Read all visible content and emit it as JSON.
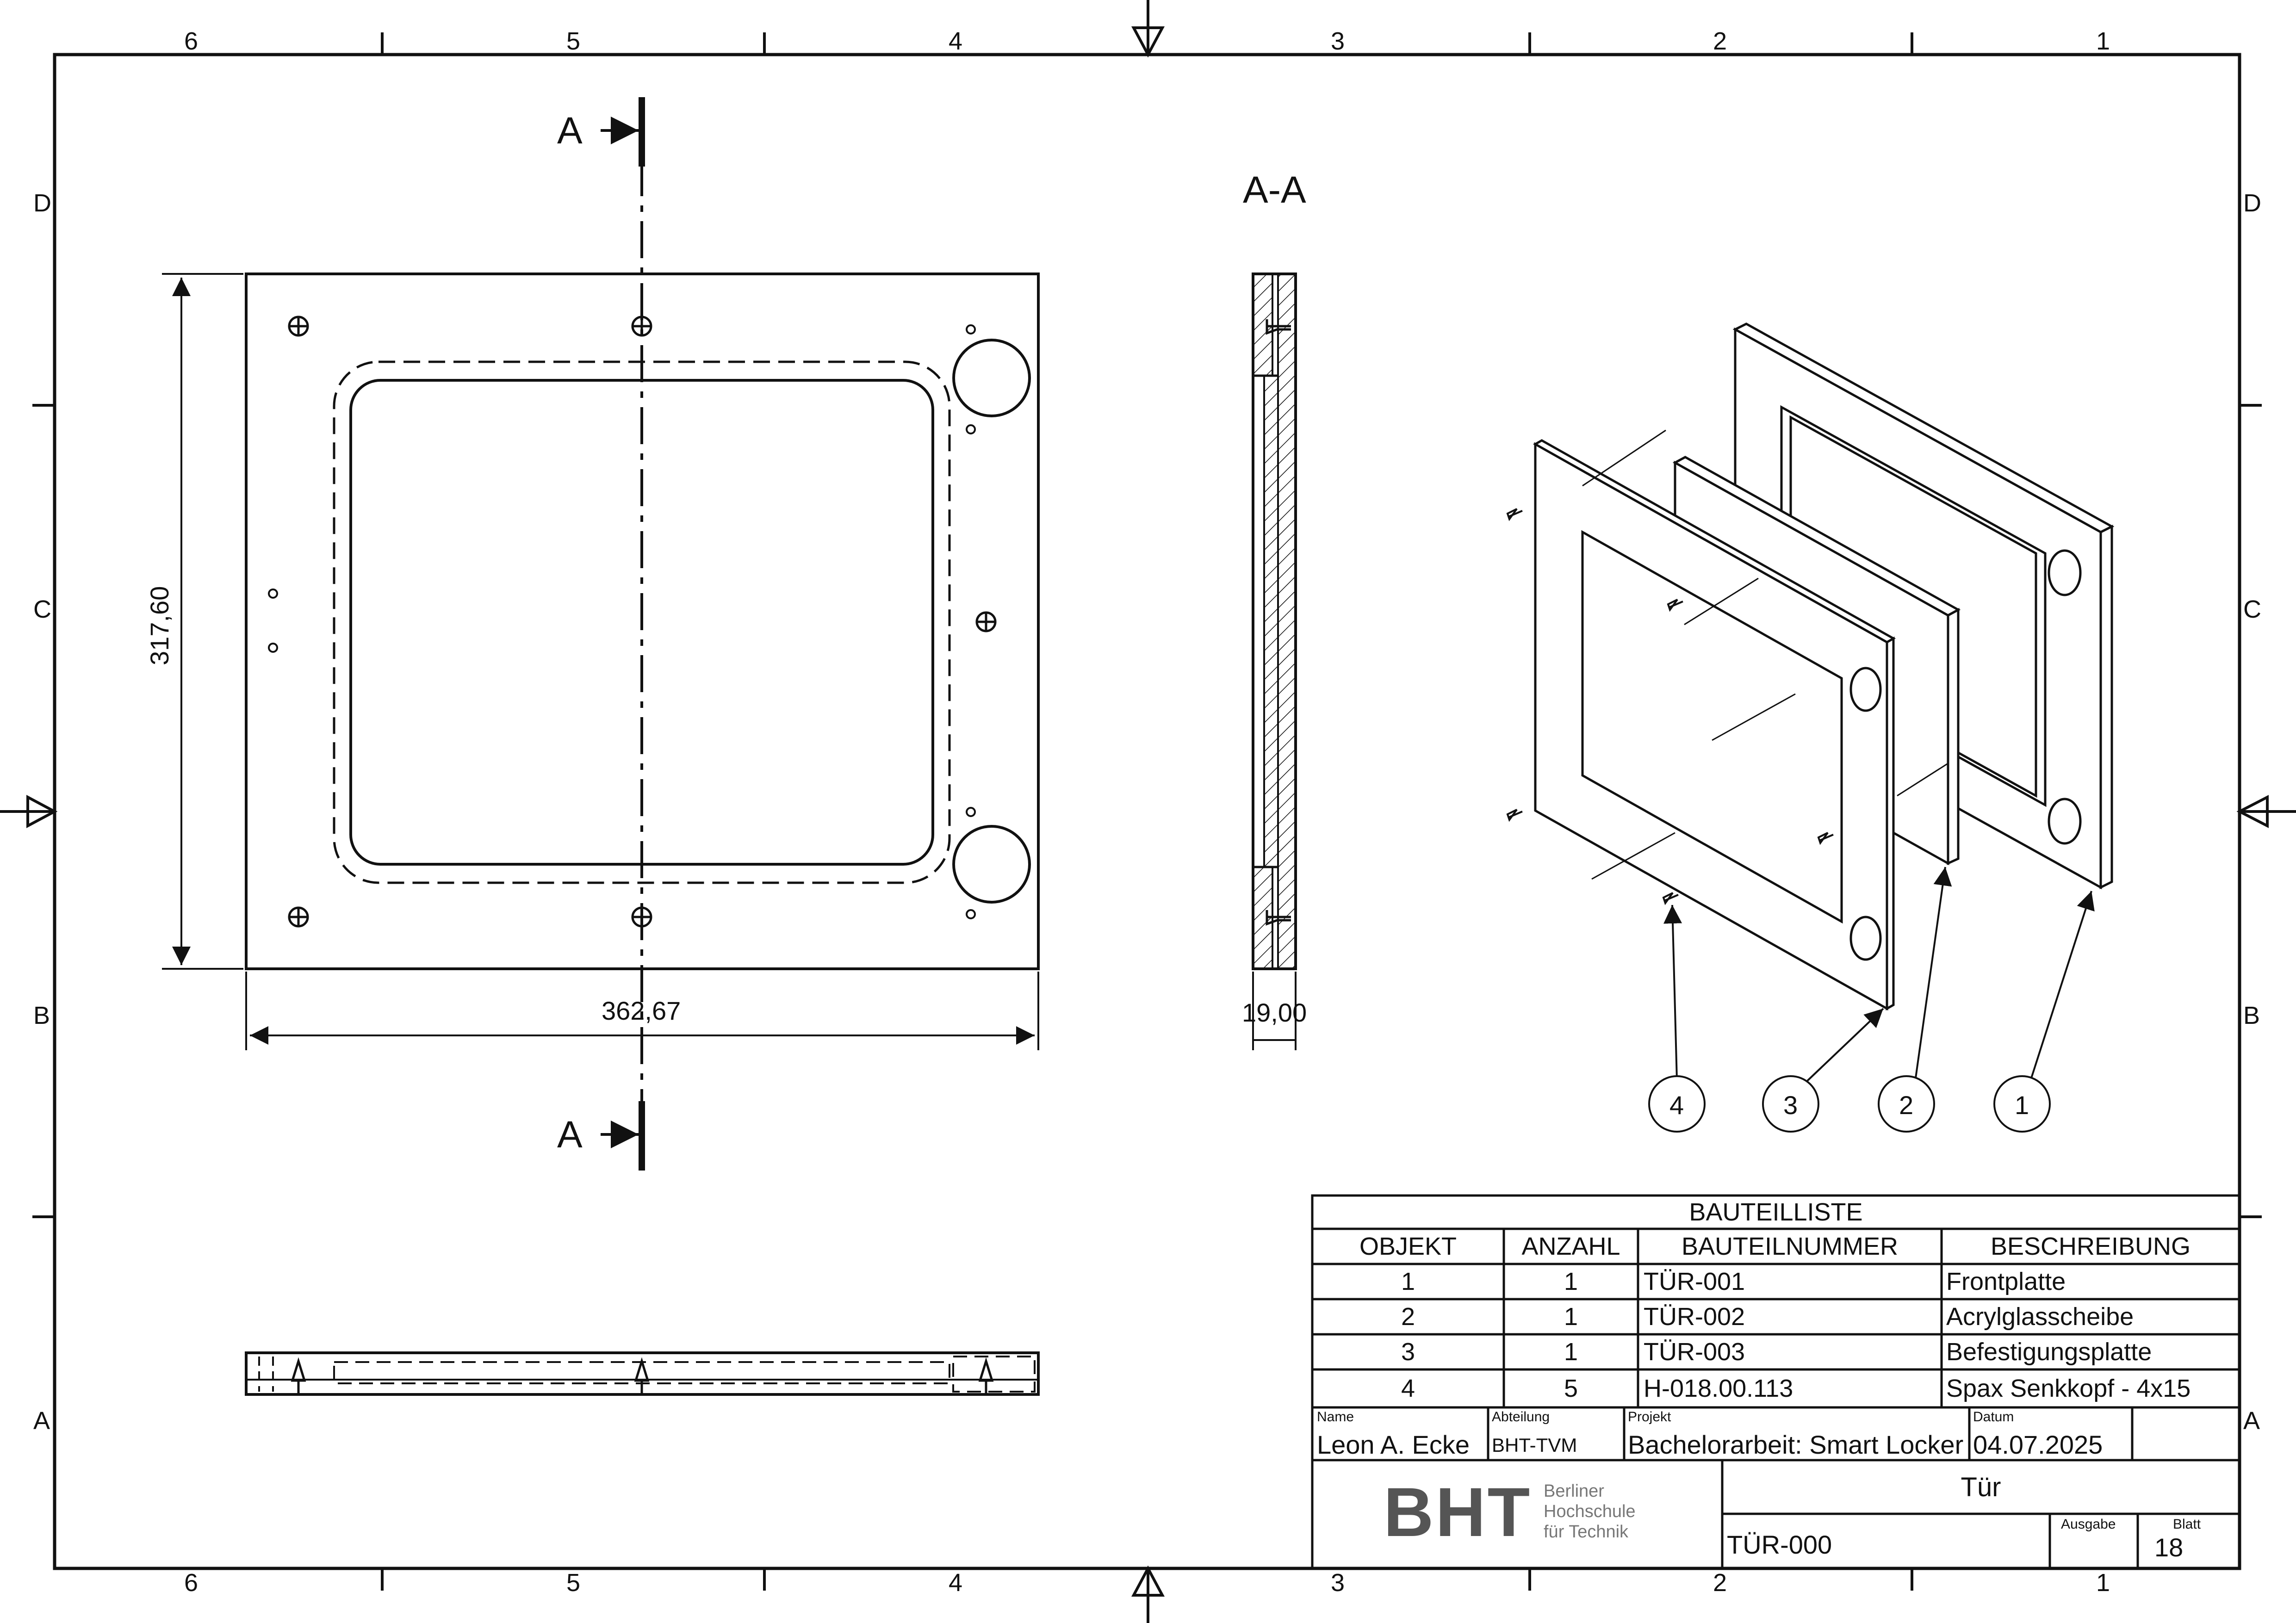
{
  "frame": {
    "column_labels": [
      "6",
      "5",
      "4",
      "3",
      "2",
      "1"
    ],
    "row_labels": [
      "D",
      "C",
      "B",
      "A"
    ]
  },
  "views": {
    "section_marker": "A",
    "section_title": "A-A",
    "dimensions": {
      "width": "362,67",
      "height": "317,60",
      "thickness": "19,00"
    }
  },
  "balloons": [
    "4",
    "3",
    "2",
    "1"
  ],
  "parts_list": {
    "title": "BAUTEILLISTE",
    "headers": [
      "OBJEKT",
      "ANZAHL",
      "BAUTEILNUMMER",
      "BESCHREIBUNG"
    ],
    "rows": [
      [
        "1",
        "1",
        "TÜR-001",
        "Frontplatte"
      ],
      [
        "2",
        "1",
        "TÜR-002",
        "Acrylglasscheibe"
      ],
      [
        "3",
        "1",
        "TÜR-003",
        "Befestigungsplatte"
      ],
      [
        "4",
        "5",
        "H-018.00.113",
        "Spax Senkkopf - 4x15"
      ]
    ]
  },
  "title_block": {
    "name_label": "Name",
    "name_value": "Leon A. Ecke",
    "department_label": "Abteilung",
    "department_value": "BHT-TVM",
    "project_label": "Projekt",
    "project_value": "Bachelorarbeit: Smart Locker",
    "date_label": "Datum",
    "date_value": "04.07.2025",
    "logo_text": "BHT",
    "logo_sub": [
      "Berliner",
      "Hochschule",
      "für Technik"
    ],
    "title": "Tür",
    "drawing_number": "TÜR-000",
    "issue_label": "Ausgabe",
    "sheet_label": "Blatt",
    "sheet_value": "18"
  }
}
